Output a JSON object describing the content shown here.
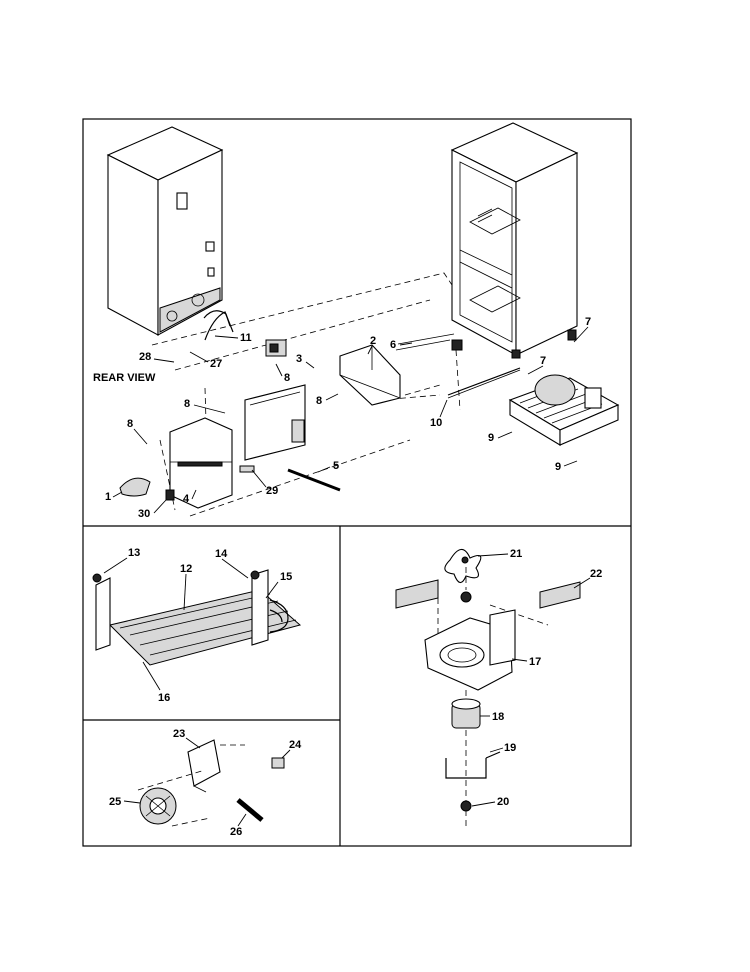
{
  "diagram": {
    "view_label": "REAR VIEW",
    "part_numbers": {
      "p1": "1",
      "p2": "2",
      "p3": "3",
      "p4": "4",
      "p5": "5",
      "p6": "6",
      "p7a": "7",
      "p7b": "7",
      "p8a": "8",
      "p8b": "8",
      "p8c": "8",
      "p8d": "8",
      "p9a": "9",
      "p9b": "9",
      "p10": "10",
      "p11": "11",
      "p12": "12",
      "p13": "13",
      "p14": "14",
      "p15": "15",
      "p16": "16",
      "p17": "17",
      "p18": "18",
      "p19": "19",
      "p20": "20",
      "p21": "21",
      "p22": "22",
      "p23": "23",
      "p24": "24",
      "p25": "25",
      "p26": "26",
      "p27": "27",
      "p28": "28",
      "p29": "29",
      "p30": "30"
    }
  }
}
